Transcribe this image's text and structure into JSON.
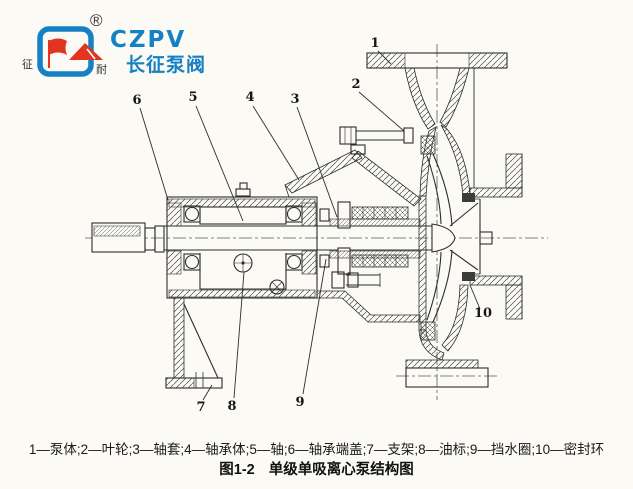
{
  "logo": {
    "registered_symbol": "®",
    "acronym": "CZPV",
    "company_name": "长征泵阀",
    "left_char": "征",
    "right_char": "耐",
    "brand_blue": "#1581c5",
    "flag_red": "#e23420"
  },
  "diagram": {
    "subject": "单级单吸离心泵剖面结构图",
    "line_color": "#2d2d2d",
    "callouts": [
      {
        "num": "1",
        "part": "泵体"
      },
      {
        "num": "2",
        "part": "叶轮"
      },
      {
        "num": "3",
        "part": "轴套"
      },
      {
        "num": "4",
        "part": "轴承体"
      },
      {
        "num": "5",
        "part": "轴"
      },
      {
        "num": "6",
        "part": "轴承端盖"
      },
      {
        "num": "7",
        "part": "支架"
      },
      {
        "num": "8",
        "part": "油标"
      },
      {
        "num": "9",
        "part": "挡水圈"
      },
      {
        "num": "10",
        "part": "密封环"
      }
    ]
  },
  "caption": {
    "legend_line": "1—泵体;2—叶轮;3—轴套;4—轴承体;5—轴;6—轴承端盖;7—支架;8—油标;9—挡水圈;10—密封环",
    "figure_label": "图1-2",
    "figure_title": "单级单吸离心泵结构图"
  }
}
